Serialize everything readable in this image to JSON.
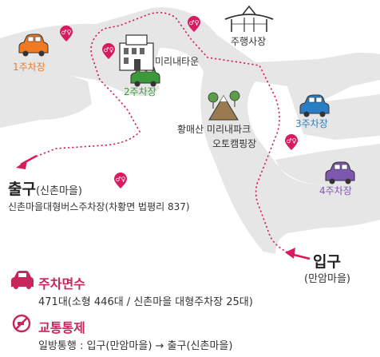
{
  "colors": {
    "road": "#e6e6e6",
    "route": "#d81b60",
    "accent": "#c8255a",
    "parking1": "#f07a22",
    "parking2": "#3a9a3a",
    "parking3": "#2a7fc4",
    "parking4": "#7e57b0"
  },
  "map": {
    "parking1": "1주차장",
    "parking2": "2주차장",
    "parking3": "3주차장",
    "parking4": "4주차장",
    "mirinae_town": "미리내타운",
    "pavilion": "주행사장",
    "camping_line1": "황매산 미리내파크",
    "camping_line2": "오토캠핑장",
    "exit_main": "출구",
    "exit_sub": "(신촌마을)",
    "exit_bus": "신촌마을대형버스주차장(차황면 법평리 837)",
    "entrance_main": "입구",
    "entrance_sub": "(만암마을)",
    "icons": [
      "car-icon",
      "restroom-icon",
      "building-icon",
      "pavilion-icon",
      "mountain-icon",
      "no-entry-icon"
    ]
  },
  "info": {
    "parking_title": "주차면수",
    "parking_desc": "471대(소형 446대 / 신촌마을 대형주차장 25대)",
    "traffic_title": "교통통제",
    "traffic_desc": "일방통행 : 입구(만암마을) → 출구(신촌마을)"
  }
}
